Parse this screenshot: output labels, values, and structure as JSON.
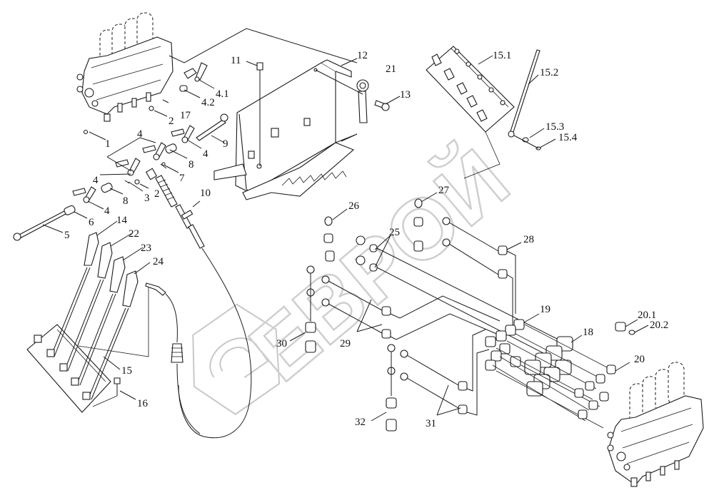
{
  "diagram": {
    "type": "exploded-parts-view",
    "subject": "Hydraulic control valve block with lever assembly and cables",
    "watermark": {
      "text": "ЕВРОЙ",
      "has_logo": true,
      "color": "#cccccc"
    },
    "line_color": "#1a1a1a",
    "background": "#ffffff"
  },
  "callouts": [
    {
      "id": "1",
      "label": "1",
      "part": "pin"
    },
    {
      "id": "2a",
      "label": "2",
      "part": "washer"
    },
    {
      "id": "2b",
      "label": "2",
      "part": "washer"
    },
    {
      "id": "3",
      "label": "3",
      "part": "cotter pin"
    },
    {
      "id": "4a",
      "label": "4",
      "part": "lever"
    },
    {
      "id": "4b",
      "label": "4",
      "part": "lever"
    },
    {
      "id": "4c",
      "label": "4",
      "part": "lever"
    },
    {
      "id": "4d",
      "label": "4",
      "part": "lever"
    },
    {
      "id": "4.1",
      "label": "4.1",
      "part": "lever arm"
    },
    {
      "id": "4.2",
      "label": "4.2",
      "part": "bushing"
    },
    {
      "id": "5",
      "label": "5",
      "part": "bolt"
    },
    {
      "id": "6",
      "label": "6",
      "part": "spacer sleeve"
    },
    {
      "id": "7",
      "label": "7",
      "part": "pin"
    },
    {
      "id": "8a",
      "label": "8",
      "part": "spacer sleeve"
    },
    {
      "id": "8b",
      "label": "8",
      "part": "spacer sleeve"
    },
    {
      "id": "9",
      "label": "9",
      "part": "bolt"
    },
    {
      "id": "10",
      "label": "10",
      "part": "control cable"
    },
    {
      "id": "11",
      "label": "11",
      "part": "bolt"
    },
    {
      "id": "12",
      "label": "12",
      "part": "mounting bracket"
    },
    {
      "id": "13",
      "label": "13",
      "part": "bolt"
    },
    {
      "id": "14",
      "label": "14",
      "part": "control lever"
    },
    {
      "id": "15",
      "label": "15",
      "part": "lever base assembly"
    },
    {
      "id": "15.1",
      "label": "15.1",
      "part": "lever base plate"
    },
    {
      "id": "15.2",
      "label": "15.2",
      "part": "lever rod"
    },
    {
      "id": "15.3",
      "label": "15.3",
      "part": "washer"
    },
    {
      "id": "15.4",
      "label": "15.4",
      "part": "retaining ring"
    },
    {
      "id": "16",
      "label": "16",
      "part": "bolt"
    },
    {
      "id": "17",
      "label": "17",
      "part": "cotter pin"
    },
    {
      "id": "18",
      "label": "18",
      "part": "hose fitting"
    },
    {
      "id": "19",
      "label": "19",
      "part": "adapter fitting"
    },
    {
      "id": "20",
      "label": "20",
      "part": "hydraulic distributor valve"
    },
    {
      "id": "20.1",
      "label": "20.1",
      "part": "plug"
    },
    {
      "id": "20.2",
      "label": "20.2",
      "part": "o-ring"
    },
    {
      "id": "21",
      "label": "21",
      "part": "clamp"
    },
    {
      "id": "22",
      "label": "22",
      "part": "control lever"
    },
    {
      "id": "23",
      "label": "23",
      "part": "control lever"
    },
    {
      "id": "24",
      "label": "24",
      "part": "control lever with cable"
    },
    {
      "id": "25",
      "label": "25",
      "part": "coupling nut"
    },
    {
      "id": "26",
      "label": "26",
      "part": "cap"
    },
    {
      "id": "27",
      "label": "27",
      "part": "cap"
    },
    {
      "id": "28",
      "label": "28",
      "part": "hose"
    },
    {
      "id": "29",
      "label": "29",
      "part": "hose"
    },
    {
      "id": "30",
      "label": "30",
      "part": "quick coupler"
    },
    {
      "id": "31",
      "label": "31",
      "part": "hose"
    },
    {
      "id": "32",
      "label": "32",
      "part": "quick coupler"
    }
  ]
}
